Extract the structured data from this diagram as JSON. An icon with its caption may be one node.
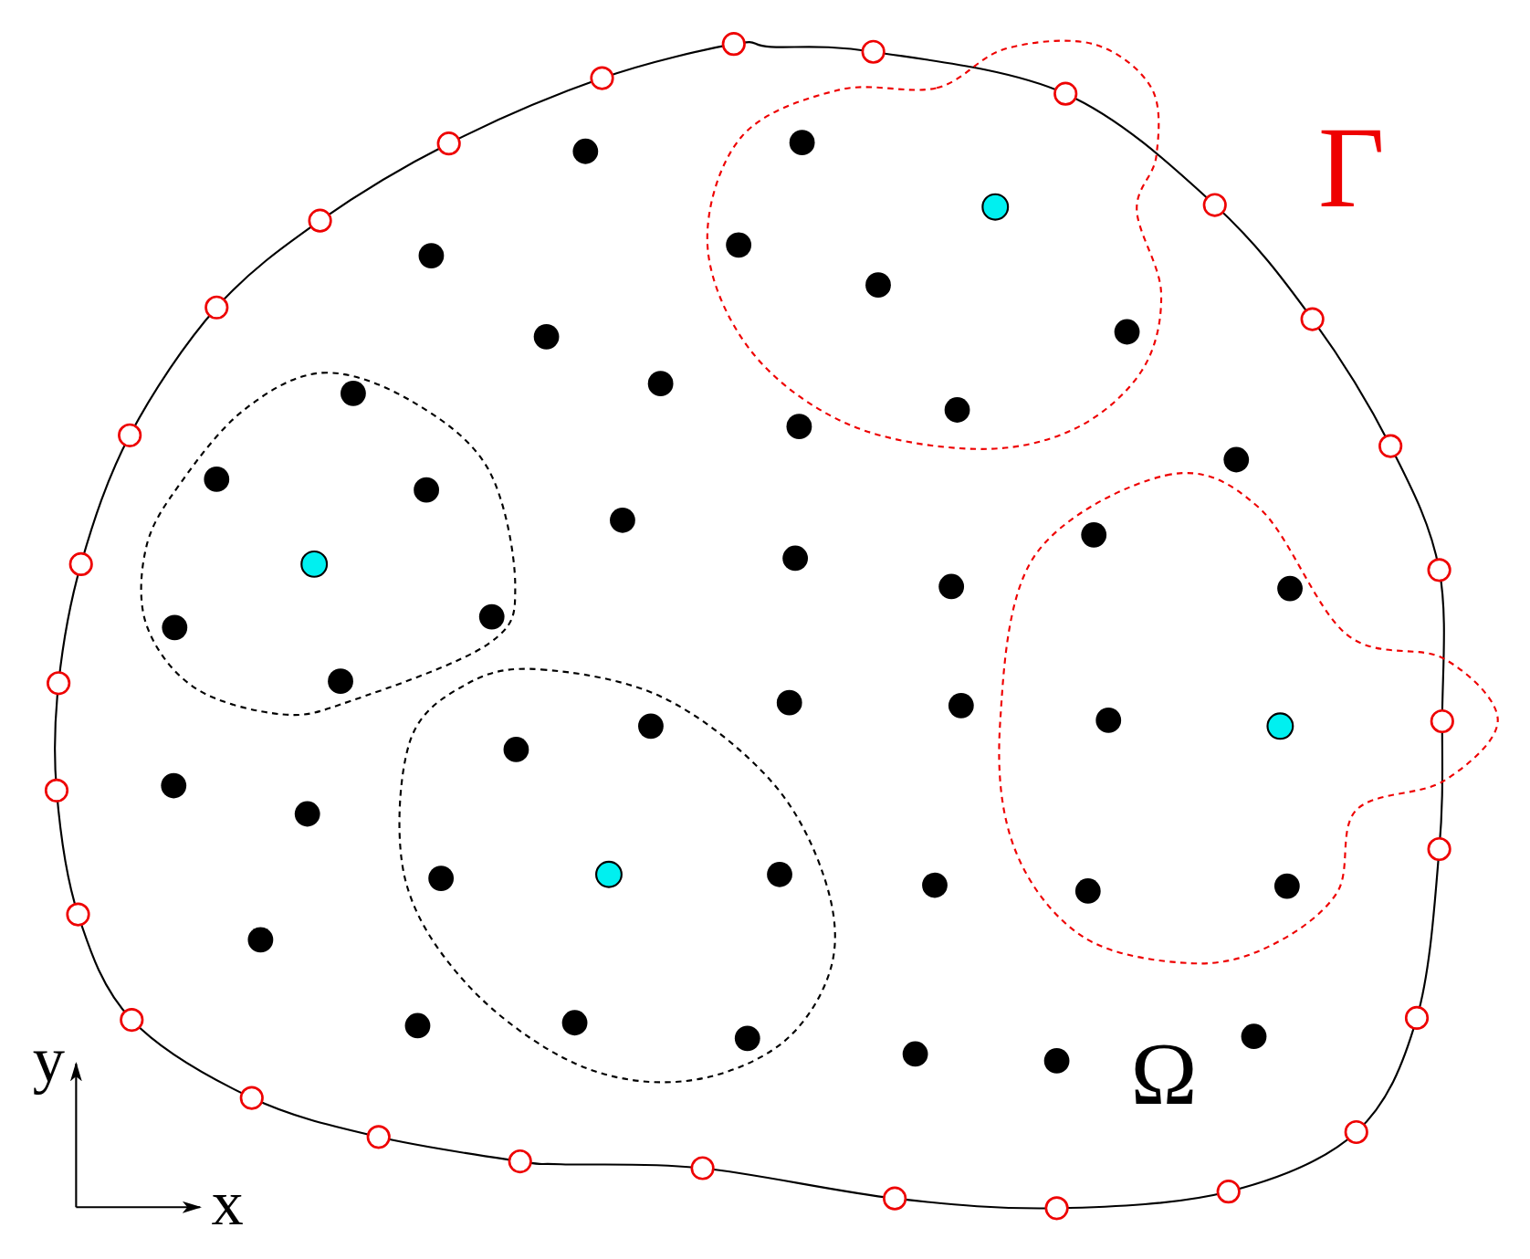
{
  "diagram": {
    "labels": [
      "Γ",
      "Ω",
      "y",
      "x"
    ]
  }
}
